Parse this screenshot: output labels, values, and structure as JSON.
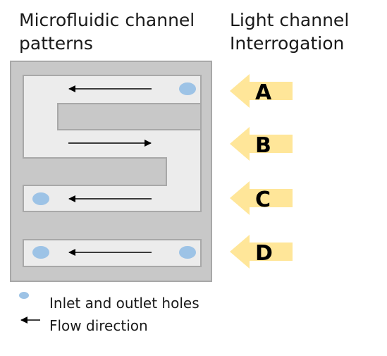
{
  "titles": {
    "left": "Microfluidic channel\npatterns",
    "right": "Light channel\nInterrogation"
  },
  "channels": [
    "A",
    "B",
    "C",
    "D"
  ],
  "legend": {
    "holes": "Inlet and outlet holes",
    "flow": "Flow direction"
  },
  "colors": {
    "chip": "#c8c8c8",
    "chip_border": "#a0a0a0",
    "channel": "#ebebeb",
    "hole": "#9dc3e6",
    "arrow_light": "#ffe599",
    "text": "#000000"
  }
}
